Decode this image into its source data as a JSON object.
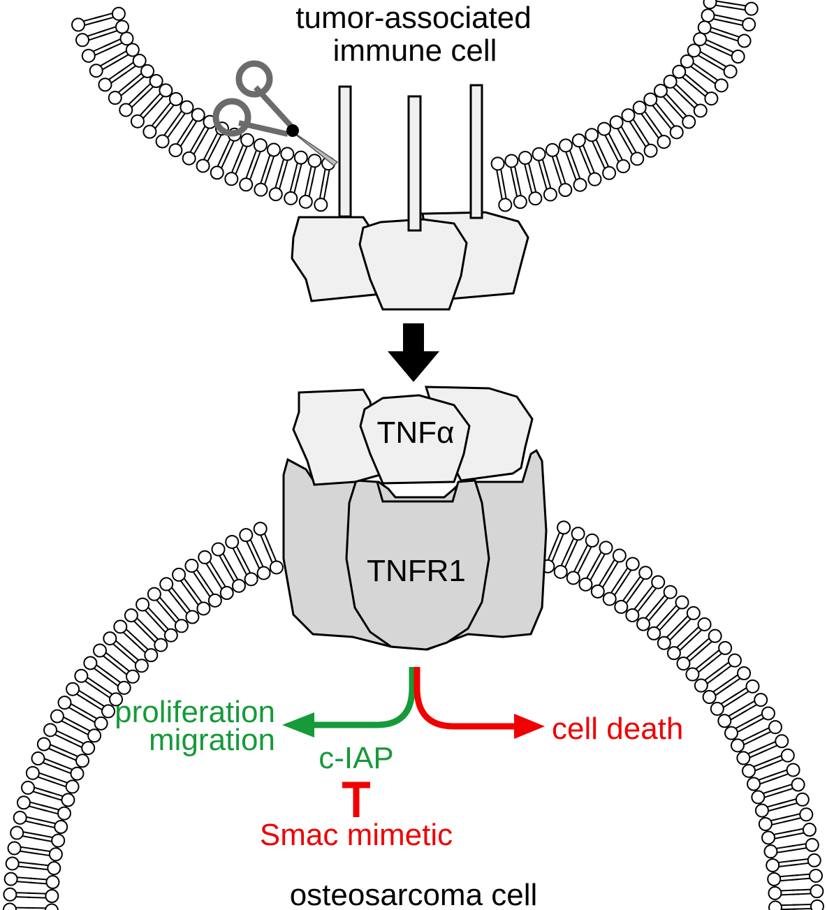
{
  "labels": {
    "immune_cell_line1": "tumor-associated",
    "immune_cell_line2": "immune cell",
    "ligand": "TNFα",
    "receptor": "TNFR1",
    "outcome_survival_line1": "proliferation",
    "outcome_survival_line2": "migration",
    "outcome_death": "cell death",
    "ciap": "c-IAP",
    "inhibitor": "Smac mimetic",
    "tumor_cell": "osteosarcoma cell"
  },
  "colors": {
    "survival": "#169a3a",
    "death": "#f00000",
    "membrane_stroke": "#000000",
    "ligand_fill": "#f0f0f0",
    "receptor_fill": "#d6d6d6",
    "scissors": "#6b6b6b"
  },
  "icons": [
    "scissors-icon",
    "down-arrow-icon"
  ]
}
